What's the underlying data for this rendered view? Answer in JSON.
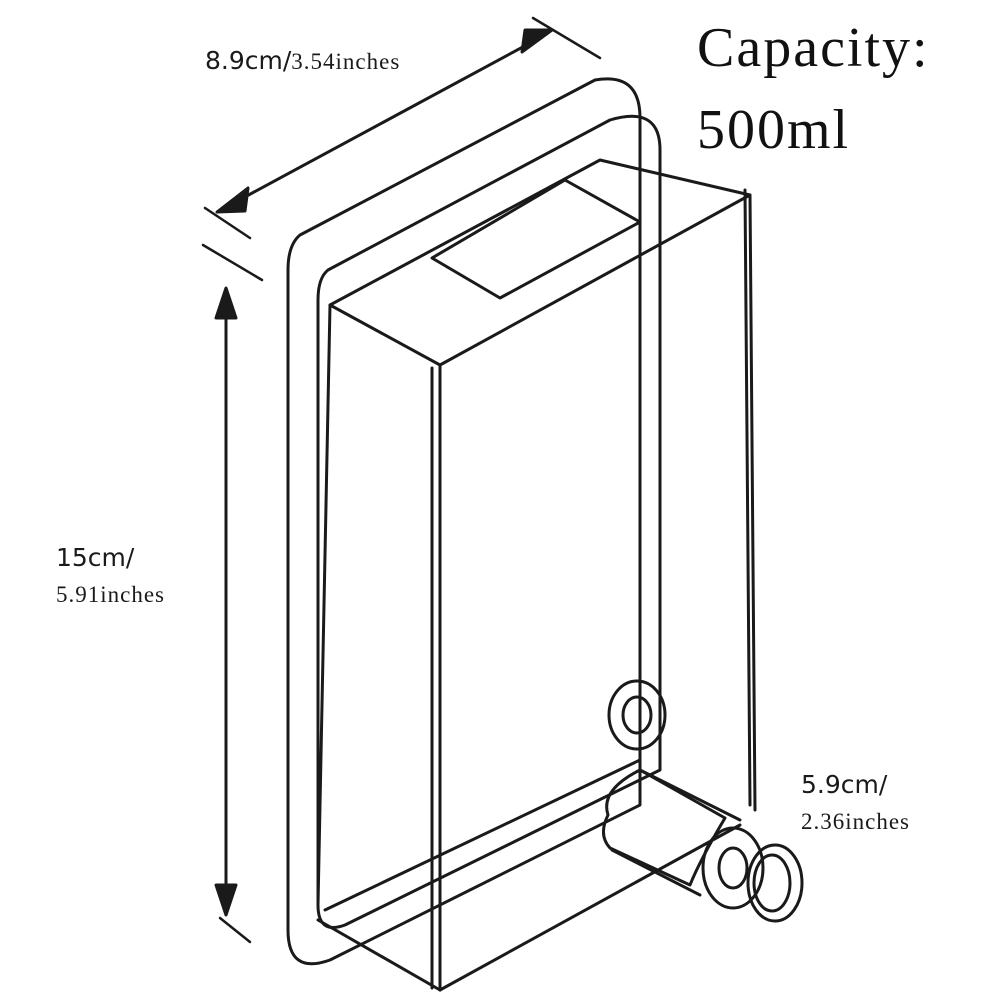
{
  "capacity": {
    "label": "Capacity:",
    "value": "500ml"
  },
  "dimensions": {
    "width": {
      "cm": "8.9cm/",
      "inches": "3.54inches"
    },
    "height": {
      "cm": "15cm/",
      "inches": "5.91inches"
    },
    "depth": {
      "cm": "5.9cm/",
      "inches": "2.36inches"
    }
  },
  "colors": {
    "line": "#1a1a1a",
    "background": "#ffffff"
  }
}
